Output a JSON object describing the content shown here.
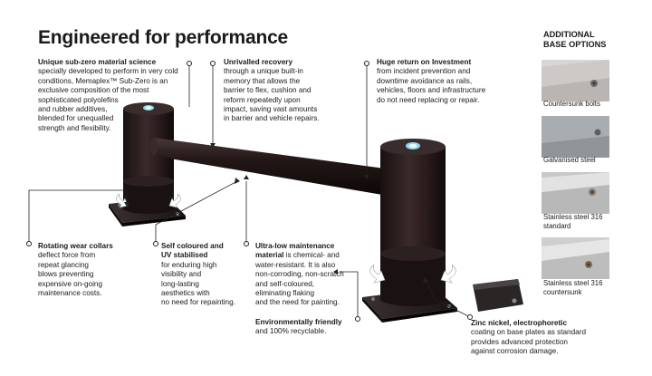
{
  "title": "Engineered for performance",
  "features": {
    "material": {
      "heading": "Unique sub-zero material science",
      "lines": [
        "specially developed to perform in very cold",
        "conditions, Memaplex™ Sub-Zero is an",
        "exclusive composition of the most",
        "sophisticated polyolefins",
        "and rubber additives,",
        "blended for unequalled",
        "strength and flexibility."
      ]
    },
    "recovery": {
      "heading": "Unrivalled recovery",
      "lines": [
        "through a unique built-in",
        "memory that allows the",
        "barrier to flex, cushion and",
        "reform repeatedly upon",
        "impact, saving vast amounts",
        "in barrier and vehicle repairs."
      ]
    },
    "return": {
      "heading": "Huge return on Investment",
      "lines": [
        "from incident prevention and",
        "downtime avoidance as rails,",
        "vehicles, floors and infrastructure",
        "do not need replacing or repair."
      ]
    },
    "collars": {
      "heading": "Rotating wear collars",
      "lines": [
        "deflect force from",
        "repeat glancing",
        "blows preventing",
        "expensive on-going",
        "maintenance costs."
      ]
    },
    "uv": {
      "heading_lines": [
        "Self coloured and",
        "UV stabilised"
      ],
      "lines": [
        "for enduring high",
        "visibility and",
        "long-lasting",
        "aesthetics with",
        "no need for repainting."
      ]
    },
    "maintenance": {
      "heading_lines": [
        "Ultra-low maintenance"
      ],
      "mixed_first": "material",
      "mixed_rest": " is chemical- and",
      "lines": [
        "water-resistant. It is also",
        "non-corroding, non-scratch",
        "and self-coloured,",
        "eliminating flaking",
        "and the need for painting."
      ]
    },
    "eco": {
      "heading": "Environmentally friendly",
      "lines": [
        "and 100% recyclable."
      ]
    },
    "zinc": {
      "heading": "Zinc nickel, electrophoretic",
      "lines": [
        "coating on base plates as standard",
        "provides advanced protection",
        "against corrosion damage."
      ]
    }
  },
  "base_options": {
    "heading_lines": [
      "ADDITIONAL",
      "BASE OPTIONS"
    ],
    "items": [
      {
        "label_lines": [
          "Countersunk bolts"
        ]
      },
      {
        "label_lines": [
          "Galvanised steel"
        ]
      },
      {
        "label_lines": [
          "Stainless steel 316",
          "standard"
        ]
      },
      {
        "label_lines": [
          "Stainless steel 316",
          "countersunk"
        ]
      }
    ]
  }
}
